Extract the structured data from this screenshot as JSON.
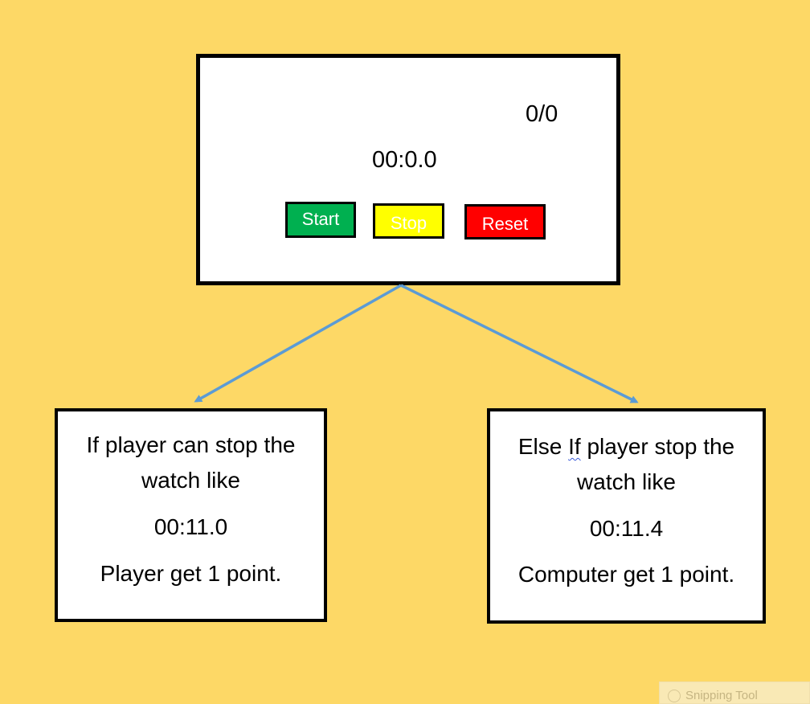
{
  "stopwatch": {
    "score": "0/0",
    "timer": "00:0.0",
    "start_label": "Start",
    "stop_label": "Stop",
    "reset_label": "Reset"
  },
  "rules": {
    "left": {
      "line1": "If player can stop the",
      "line2": "watch like",
      "time": "00:11.0",
      "result": "Player get 1 point."
    },
    "right": {
      "line1_prefix": "Else ",
      "line1_word": "If",
      "line1_suffix": " player stop the",
      "line2": "watch like",
      "time": "00:11.4",
      "result": "Computer get 1 point."
    }
  },
  "overlay": {
    "tooltip_label": "Snipping Tool"
  },
  "colors": {
    "background": "#FDD866",
    "start": "#00B050",
    "stop": "#FFFF00",
    "reset": "#FF0000",
    "arrow": "#5B9BD5"
  }
}
